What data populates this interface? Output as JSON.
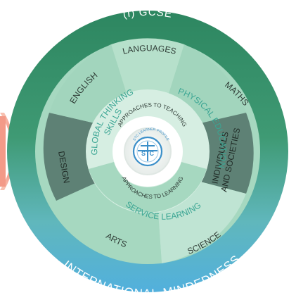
{
  "diagram": {
    "outer_top_label": "(I) GCSE",
    "outer_bottom_label": "INTERNATIONAL-MINDEDNESS",
    "subjects": {
      "languages": "LANGUAGES",
      "maths": "MATHS",
      "individuals_line1": "INDIVIDUALS",
      "individuals_line2": "AND SOCIETIES",
      "science": "SCIENCE",
      "arts": "ARTS",
      "design": "DESIGN",
      "english": "ENGLISH"
    },
    "inner": {
      "global_thinking_line1": "GLOBAL THINKING",
      "global_thinking_line2": "SKILLS",
      "physical_education": "PHYSICAL EDUCATION",
      "service_learning": "SERVICE LEARNING"
    },
    "core": {
      "approaches_teaching": "APPROACHES TO TEACHING",
      "approaches_learning": "APPROACHES TO LEARNING",
      "profile_label": "STC LEARNER PROFILE",
      "logo_text": "STC"
    }
  },
  "colors": {
    "green_dark": "#2f8a60",
    "blue": "#4aa8d8",
    "mint": "#a6d8c0",
    "mint_light": "#c7e8d8",
    "slate": "#5e8175",
    "teal_text": "#3aa593",
    "logo_blue": "#3b8fc9"
  }
}
